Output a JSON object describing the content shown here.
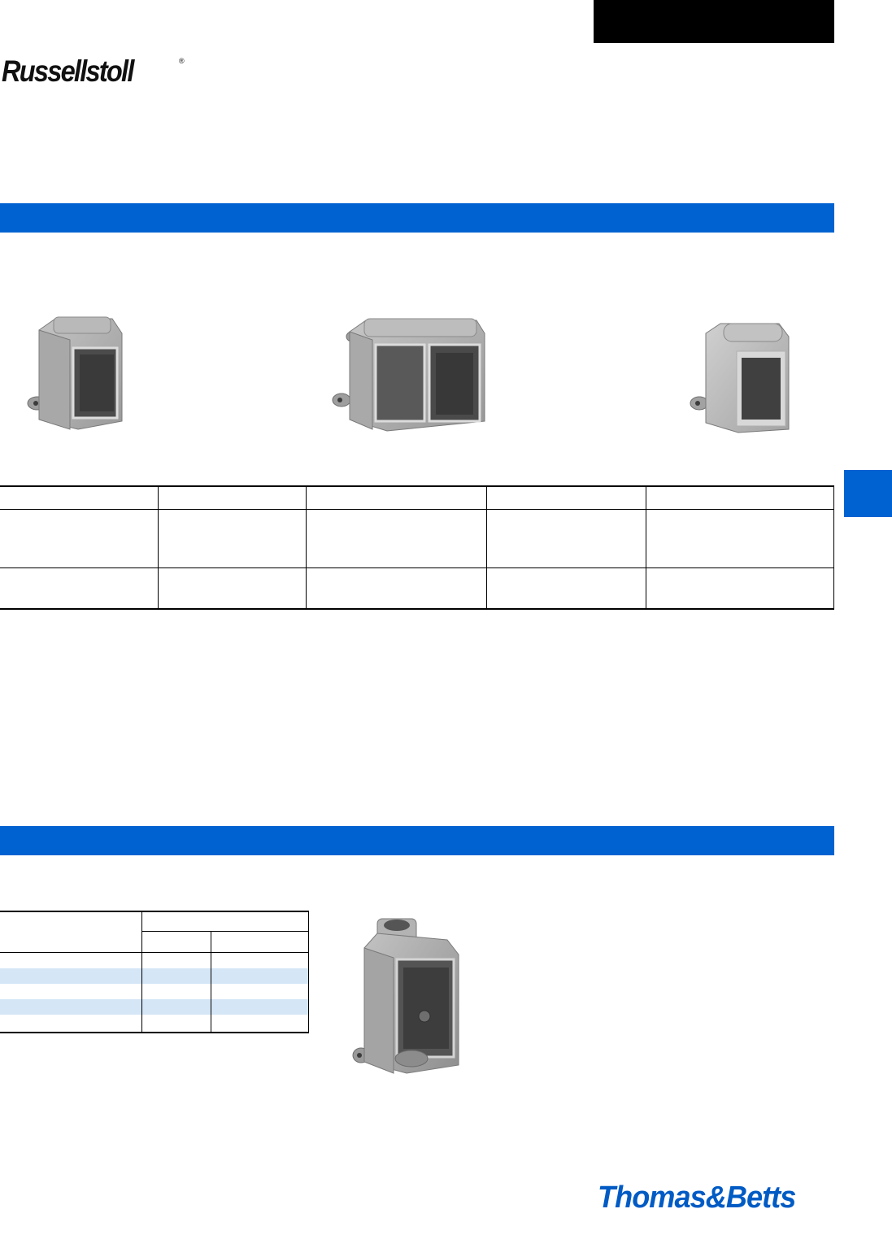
{
  "header": {
    "brand": "Russellstoll",
    "registered_mark": "®"
  },
  "footer": {
    "brand": "Thomas&Betts"
  },
  "colors": {
    "accent_blue": "#0062d1",
    "row_shade": "#d5e6f7",
    "black": "#000000"
  },
  "section_1": {
    "band_text": "",
    "photos": [
      "single-gang-box-photo",
      "two-gang-box-photo",
      "single-gang-box-alt-photo"
    ],
    "spec_table": {
      "columns": [
        "",
        "",
        "",
        "",
        ""
      ],
      "rows": [
        [
          "",
          "",
          "",
          "",
          ""
        ],
        [
          "",
          "",
          "",
          "",
          ""
        ]
      ]
    }
  },
  "section_2": {
    "band_text": "",
    "dimension_table": {
      "header_group": "",
      "subheaders": [
        "",
        ""
      ],
      "rows": [
        [
          "",
          "",
          ""
        ],
        [
          "",
          "",
          ""
        ],
        [
          "",
          "",
          ""
        ],
        [
          "",
          "",
          ""
        ],
        [
          "",
          "",
          ""
        ]
      ]
    },
    "photo": "single-gang-box-hub-photo"
  },
  "side_tab_text": ""
}
